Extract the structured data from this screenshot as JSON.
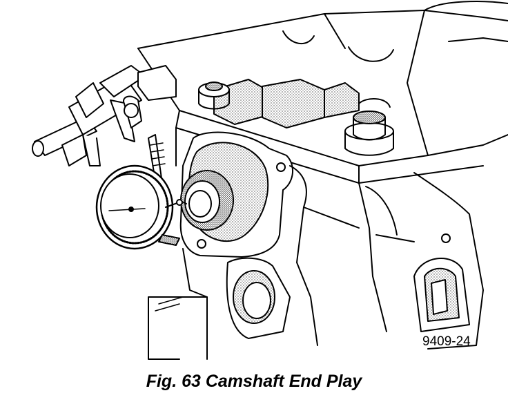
{
  "figure": {
    "code": "9409-24",
    "caption": "Fig. 63 Camshaft End Play",
    "illustration": "dial-indicator-on-camshaft-end"
  }
}
